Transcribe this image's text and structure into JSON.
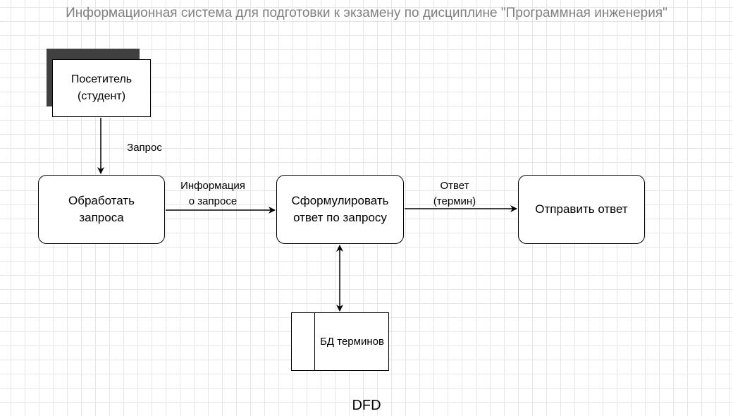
{
  "title": "Информационная система для подготовки к экзамену по дисциплине \"Программная инженерия\"",
  "entity": {
    "label": "Посетитель\n(студент)"
  },
  "processes": [
    {
      "id": "process-obrabotat",
      "label": "Обработать\nзапроса"
    },
    {
      "id": "process-sformulirovat",
      "label": "Сформулировать\nответ по запросу"
    },
    {
      "id": "process-otpravit",
      "label": "Отправить ответ"
    }
  ],
  "datastore": {
    "label": "БД терминов"
  },
  "flows": {
    "request": "Запрос",
    "info": "Информация\nо запросе",
    "answer": "Ответ\n(термин)"
  },
  "caption": "DFD"
}
